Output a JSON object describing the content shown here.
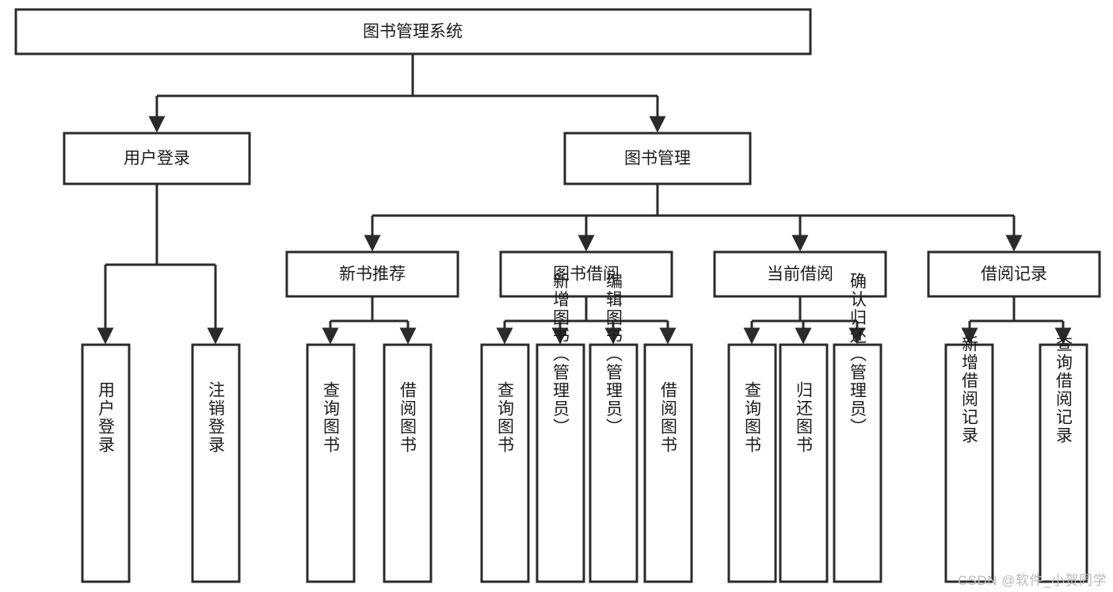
{
  "diagram": {
    "title": "图书管理系统",
    "root": {
      "label": "图书管理系统"
    },
    "level2": [
      {
        "label": "用户登录"
      },
      {
        "label": "图书管理"
      }
    ],
    "level3": [
      {
        "label": "新书推荐"
      },
      {
        "label": "图书借阅"
      },
      {
        "label": "当前借阅"
      },
      {
        "label": "借阅记录"
      }
    ],
    "leaves": [
      {
        "label": "用户登录"
      },
      {
        "label": "注销登录"
      },
      {
        "label": "查询图书"
      },
      {
        "label": "借阅图书"
      },
      {
        "label": "查询图书"
      },
      {
        "label": "新增图书（管理员）"
      },
      {
        "label": "编辑图书（管理员）"
      },
      {
        "label": "借阅图书"
      },
      {
        "label": "查询图书"
      },
      {
        "label": "归还图书"
      },
      {
        "label": "确认归还（管理员）"
      },
      {
        "label": "新增借阅记录"
      },
      {
        "label": "查询借阅记录"
      }
    ],
    "watermark": "CSDN @软件_小贺同学",
    "colors": {
      "stroke": "#2b2b2b",
      "fill": "#ffffff",
      "text": "#1b1b1b",
      "watermark": "#b9b9b9"
    }
  }
}
